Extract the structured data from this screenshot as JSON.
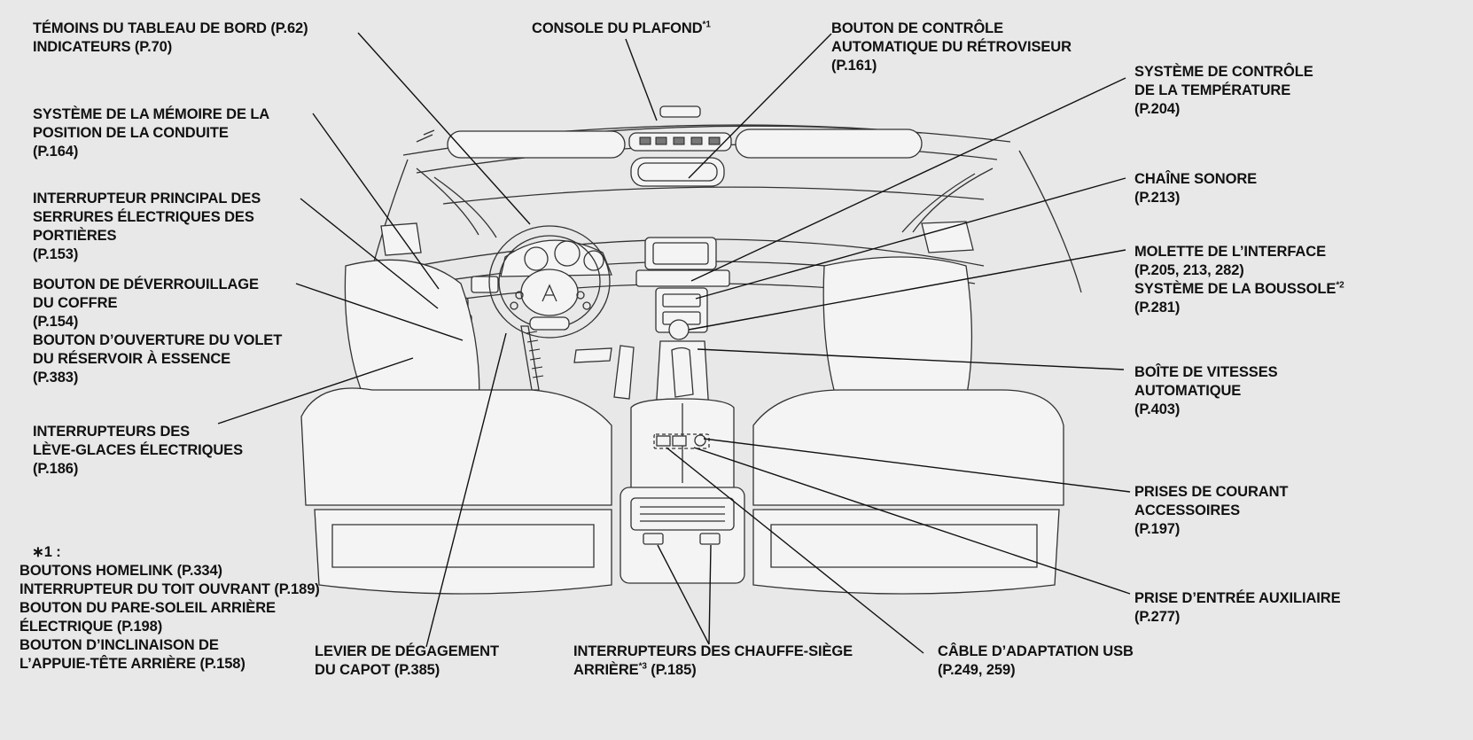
{
  "labels": {
    "temoins": [
      "TÉMOINS DU TABLEAU DE BORD (P.62)",
      "INDICATEURS (P.70)"
    ],
    "console": "CONSOLE DU PLAFOND",
    "console_note": "*1",
    "retroviseur": [
      "BOUTON DE CONTRÔLE",
      "AUTOMATIQUE DU RÉTROVISEUR",
      "(P.161)"
    ],
    "temperature": [
      "SYSTÈME DE CONTRÔLE",
      "DE LA TEMPÉRATURE",
      "(P.204)"
    ],
    "memoire": [
      "SYSTÈME DE LA MÉMOIRE DE LA",
      "POSITION DE LA CONDUITE",
      "(P.164)"
    ],
    "chaine": [
      "CHAÎNE SONORE",
      "(P.213)"
    ],
    "serrures": [
      "INTERRUPTEUR PRINCIPAL DES",
      "SERRURES ÉLECTRIQUES DES",
      "PORTIÈRES",
      "(P.153)"
    ],
    "molette": [
      "MOLETTE DE L’INTERFACE",
      "(P.205, 213, 282)"
    ],
    "boussole": "SYSTÈME DE LA BOUSSOLE",
    "boussole_note": "*2",
    "boussole_page": "(P.281)",
    "coffre": [
      "BOUTON DE DÉVERROUILLAGE",
      "DU COFFRE",
      "(P.154)",
      "BOUTON D’OUVERTURE DU VOLET",
      "DU RÉSERVOIR À ESSENCE",
      "(P.383)"
    ],
    "boite": [
      "BOÎTE DE VITESSES",
      "AUTOMATIQUE",
      "(P.403)"
    ],
    "leve_glaces": [
      "INTERRUPTEURS DES",
      "LÈVE-GLACES ÉLECTRIQUES",
      "(P.186)"
    ],
    "prises": [
      "PRISES DE COURANT",
      "ACCESSOIRES",
      "(P.197)"
    ],
    "footnote": [
      "∗1 :",
      "BOUTONS HOMELINK (P.334)",
      "INTERRUPTEUR DU TOIT OUVRANT (P.189)",
      "BOUTON DU PARE-SOLEIL ARRIÈRE",
      "ÉLECTRIQUE (P.198)",
      "BOUTON D’INCLINAISON DE",
      "L’APPUIE-TÊTE ARRIÈRE (P.158)"
    ],
    "auxiliaire": [
      "PRISE D’ENTRÉE AUXILIAIRE",
      "(P.277)"
    ],
    "capot": [
      "LEVIER DE DÉGAGEMENT",
      "DU CAPOT (P.385)"
    ],
    "chauffe": "INTERRUPTEURS DES CHAUFFE-SIÈGE",
    "chauffe_2": "ARRIÈRE",
    "chauffe_note": "*3",
    "chauffe_page": " (P.185)",
    "usb": [
      "CÂBLE D’ADAPTATION USB",
      "(P.249, 259)"
    ]
  },
  "colors": {
    "background": "#e8e8e8",
    "ink": "#111111"
  }
}
